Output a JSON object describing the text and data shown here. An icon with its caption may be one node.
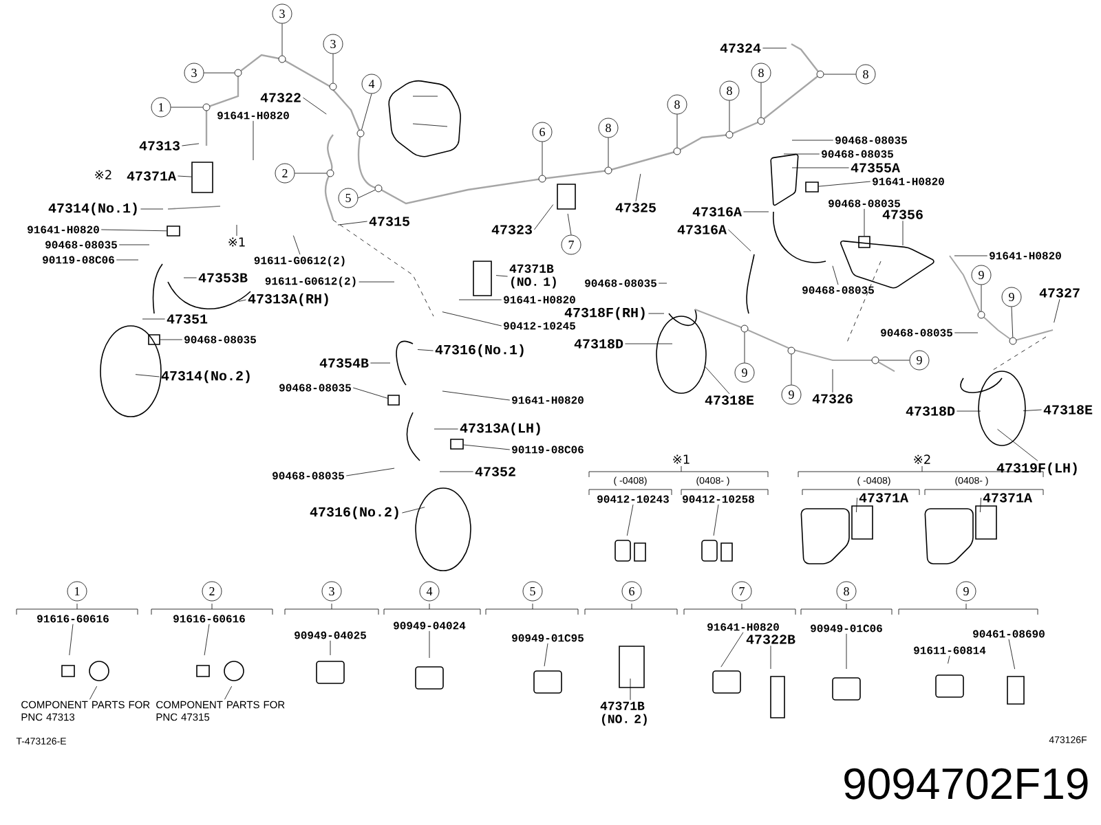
{
  "diagram": {
    "title": "9094702F19",
    "nodes": [
      {
        "text": [
          "3"
        ]
      },
      {
        "text": [
          "3"
        ]
      },
      {
        "text": [
          "47324"
        ]
      },
      {
        "text": [
          "3"
        ]
      },
      {
        "text": [
          "8"
        ]
      },
      {
        "text": [
          "8"
        ]
      },
      {
        "text": [
          "4"
        ]
      },
      {
        "text": [
          "8"
        ]
      },
      {
        "text": [
          "1"
        ]
      },
      {
        "text": [
          "91641-H0820"
        ]
      },
      {
        "text": [
          "47322"
        ]
      },
      {
        "text": [
          "8"
        ]
      },
      {
        "text": [
          "6"
        ]
      },
      {
        "text": [
          "8"
        ]
      },
      {
        "text": [
          "90468-08035"
        ]
      },
      {
        "text": [
          "47313"
        ]
      },
      {
        "text": [
          "90468-08035"
        ]
      },
      {
        "text": [
          "47371A"
        ]
      },
      {
        "text": [
          "2"
        ]
      },
      {
        "text": [
          "47355A"
        ]
      },
      {
        "text": [
          "91641-H0820"
        ]
      },
      {
        "text": [
          "47314(No.1)"
        ]
      },
      {
        "text": [
          "5"
        ]
      },
      {
        "text": [
          "47315"
        ]
      },
      {
        "text": [
          "47325"
        ]
      },
      {
        "text": [
          "47316A"
        ]
      },
      {
        "text": [
          "90468-08035"
        ]
      },
      {
        "text": [
          "47356"
        ]
      },
      {
        "text": [
          "91641-H0820"
        ]
      },
      {
        "text": [
          "47323"
        ]
      },
      {
        "text": [
          "47316A"
        ]
      },
      {
        "text": [
          "90119-08C06"
        ]
      },
      {
        "text": [
          "90468-08035"
        ]
      },
      {
        "text": [
          "※1"
        ]
      },
      {
        "text": [
          "91611-G0612(2)"
        ]
      },
      {
        "text": [
          "7"
        ]
      },
      {
        "text": [
          "91641-H0820"
        ]
      },
      {
        "text": [
          "47353B"
        ]
      },
      {
        "text": [
          "47313A(RH)"
        ]
      },
      {
        "text": [
          "91611-G0612(2)"
        ]
      },
      {
        "text": [
          "47371B (NO. 1)"
        ]
      },
      {
        "text": [
          "91641-H0820"
        ]
      },
      {
        "text": [
          "90468-08035"
        ]
      },
      {
        "text": [
          "90468-08035"
        ]
      },
      {
        "text": [
          "9"
        ]
      },
      {
        "text": [
          "9"
        ]
      },
      {
        "text": [
          "47327"
        ]
      },
      {
        "text": [
          "47351"
        ]
      },
      {
        "text": [
          "90468-08035"
        ]
      },
      {
        "text": [
          "47316(No.1)"
        ]
      },
      {
        "text": [
          "90412-10245"
        ]
      },
      {
        "text": [
          "47318D"
        ]
      },
      {
        "text": [
          "47318F(RH)"
        ]
      },
      {
        "text": [
          "90468-08035"
        ]
      },
      {
        "text": [
          "47314(No.2)"
        ]
      },
      {
        "text": [
          "90468-08035"
        ]
      },
      {
        "text": [
          "47354B"
        ]
      },
      {
        "text": [
          "91641-H0820"
        ]
      },
      {
        "text": [
          "47318E"
        ]
      },
      {
        "text": [
          "9"
        ]
      },
      {
        "text": [
          "9"
        ]
      },
      {
        "text": [
          "47326"
        ]
      },
      {
        "text": [
          "9"
        ]
      },
      {
        "text": [
          "47313A(LH)"
        ]
      },
      {
        "text": [
          "47318D"
        ]
      },
      {
        "text": [
          "47318E"
        ]
      },
      {
        "text": [
          "90468-08035"
        ]
      },
      {
        "text": [
          "47352"
        ]
      },
      {
        "text": [
          "90119-08C06"
        ]
      },
      {
        "text": [
          "47319F(LH)"
        ]
      },
      {
        "text": [
          "47316(No.2)"
        ]
      },
      {
        "text": [
          "90412-10243"
        ]
      },
      {
        "text": [
          "90412-10258"
        ]
      },
      {
        "text": [
          "47371A"
        ]
      },
      {
        "text": [
          "47371A"
        ]
      },
      {
        "text": [
          "1"
        ]
      },
      {
        "text": [
          "2"
        ]
      },
      {
        "text": [
          "3"
        ]
      },
      {
        "text": [
          "4"
        ]
      },
      {
        "text": [
          "5"
        ]
      },
      {
        "text": [
          "6"
        ]
      },
      {
        "text": [
          "7"
        ]
      },
      {
        "text": [
          "8"
        ]
      },
      {
        "text": [
          "9"
        ]
      },
      {
        "text": [
          "91616-60616"
        ]
      },
      {
        "text": [
          "91616-60616"
        ]
      },
      {
        "text": [
          "90949-04025"
        ]
      },
      {
        "text": [
          "90949-04024"
        ]
      },
      {
        "text": [
          "90949-01C95"
        ]
      },
      {
        "text": [
          "91641-H0820"
        ]
      },
      {
        "text": [
          "47322B"
        ]
      },
      {
        "text": [
          "90949-01C06"
        ]
      },
      {
        "text": [
          "91611-60814"
        ]
      },
      {
        "text": [
          "90461-08690"
        ]
      },
      {
        "text": [
          "COMPONENT PARTS FOR PNC 47313"
        ]
      },
      {
        "text": [
          "COMPONENT PARTS FOR PNC 47315"
        ]
      },
      {
        "text": [
          "47371B (NO. 2)"
        ]
      },
      {
        "text": [],
        "shape": "circle"
      },
      {
        "text": [],
        "shape": "circle"
      },
      {
        "text": [],
        "shape": "circle"
      },
      {
        "text": [],
        "shape": "circle"
      },
      {
        "text": [],
        "shape": "circle"
      },
      {
        "text": [],
        "shape": "circle"
      },
      {
        "text": [],
        "shape": "circle"
      },
      {
        "text": [],
        "shape": "circle"
      },
      {
        "text": [],
        "shape": "circle"
      },
      {
        "text": [],
        "shape": "circle"
      },
      {
        "text": [],
        "shape": "circle"
      },
      {
        "text": [],
        "shape": "circle"
      },
      {
        "text": [],
        "shape": "circle"
      },
      {
        "text": [],
        "shape": "circle"
      },
      {
        "text": [],
        "shape": "circle"
      },
      {
        "text": [],
        "shape": "circle"
      },
      {
        "text": [],
        "shape": "circle"
      },
      {
        "text": [],
        "shape": "circle"
      },
      {
        "text": [],
        "shape": "box"
      },
      {
        "text": [],
        "shape": "box"
      },
      {
        "text": [],
        "shape": "box"
      },
      {
        "text": [],
        "shape": "box"
      },
      {
        "text": [],
        "shape": "box"
      },
      {
        "text": [],
        "shape": "box"
      },
      {
        "text": [],
        "shape": "box"
      }
    ],
    "edges": [
      {
        "from": 0,
        "to": 99,
        "arrow": "none"
      },
      {
        "from": 1,
        "to": 101,
        "arrow": "none"
      },
      {
        "from": 2,
        "to": null,
        "arrow": "none"
      },
      {
        "from": 3,
        "to": 98,
        "arrow": "none"
      },
      {
        "from": 4,
        "to": 109,
        "arrow": "none"
      },
      {
        "from": 5,
        "to": 111,
        "arrow": "none"
      },
      {
        "from": 6,
        "to": 102,
        "arrow": "none"
      },
      {
        "from": 7,
        "to": 107,
        "arrow": "none"
      },
      {
        "from": 8,
        "to": 97,
        "arrow": "none"
      },
      {
        "from": 9,
        "to": null,
        "arrow": "none"
      },
      {
        "from": 10,
        "to": null,
        "arrow": "none"
      },
      {
        "from": 11,
        "to": 106,
        "arrow": "none"
      },
      {
        "from": 12,
        "to": 104,
        "arrow": "none"
      },
      {
        "from": 13,
        "to": 105,
        "arrow": "none"
      },
      {
        "from": 14,
        "to": null,
        "arrow": "none"
      },
      {
        "from": 15,
        "to": null,
        "arrow": "none"
      },
      {
        "from": 16,
        "to": null,
        "arrow": "none"
      },
      {
        "from": 17,
        "to": 117,
        "arrow": "none"
      },
      {
        "from": 18,
        "to": 100,
        "arrow": "none"
      },
      {
        "from": 19,
        "to": null,
        "arrow": "none"
      },
      {
        "from": 20,
        "to": 120,
        "arrow": "none"
      },
      {
        "from": 21,
        "to": null,
        "arrow": "none"
      },
      {
        "from": 22,
        "to": 103,
        "arrow": "none"
      },
      {
        "from": 23,
        "to": null,
        "arrow": "none"
      },
      {
        "from": 24,
        "to": null,
        "arrow": "none"
      },
      {
        "from": 25,
        "to": null,
        "arrow": "none"
      },
      {
        "from": 26,
        "to": 121,
        "arrow": "none"
      },
      {
        "from": 27,
        "to": null,
        "arrow": "none"
      },
      {
        "from": 28,
        "to": 116,
        "arrow": "none"
      },
      {
        "from": 29,
        "to": null,
        "arrow": "none"
      },
      {
        "from": 30,
        "to": null,
        "arrow": "none"
      },
      {
        "from": 31,
        "to": null,
        "arrow": "none"
      },
      {
        "from": 32,
        "to": null,
        "arrow": "none"
      },
      {
        "from": 33,
        "to": null,
        "arrow": "none"
      },
      {
        "from": 34,
        "to": null,
        "arrow": "none"
      },
      {
        "from": 35,
        "to": null,
        "arrow": "none"
      },
      {
        "from": 36,
        "to": null,
        "arrow": "none"
      },
      {
        "from": 37,
        "to": null,
        "arrow": "none"
      },
      {
        "from": 38,
        "to": null,
        "arrow": "none"
      },
      {
        "from": 39,
        "to": null,
        "arrow": "none"
      },
      {
        "from": 40,
        "to": null,
        "arrow": "none"
      },
      {
        "from": 41,
        "to": null,
        "arrow": "none"
      },
      {
        "from": 42,
        "to": null,
        "arrow": "none"
      },
      {
        "from": 43,
        "to": null,
        "arrow": "none"
      },
      {
        "from": 44,
        "to": 113,
        "arrow": "none"
      },
      {
        "from": 45,
        "to": 114,
        "arrow": "none"
      },
      {
        "from": 46,
        "to": null,
        "arrow": "none"
      },
      {
        "from": 47,
        "to": null,
        "arrow": "none"
      },
      {
        "from": 48,
        "to": 115,
        "arrow": "none"
      },
      {
        "from": 49,
        "to": null,
        "arrow": "none"
      },
      {
        "from": 50,
        "to": null,
        "arrow": "none"
      },
      {
        "from": 51,
        "to": null,
        "arrow": "none"
      },
      {
        "from": 52,
        "to": null,
        "arrow": "none"
      },
      {
        "from": 53,
        "to": null,
        "arrow": "none"
      },
      {
        "from": 54,
        "to": null,
        "arrow": "none"
      },
      {
        "from": 55,
        "to": 118,
        "arrow": "none"
      },
      {
        "from": 56,
        "to": null,
        "arrow": "none"
      },
      {
        "from": 57,
        "to": null,
        "arrow": "none"
      },
      {
        "from": 58,
        "to": null,
        "arrow": "none"
      },
      {
        "from": 59,
        "to": 108,
        "arrow": "none"
      },
      {
        "from": 60,
        "to": 110,
        "arrow": "none"
      },
      {
        "from": 61,
        "to": null,
        "arrow": "none"
      },
      {
        "from": 62,
        "to": 112,
        "arrow": "none"
      },
      {
        "from": 63,
        "to": null,
        "arrow": "none"
      },
      {
        "from": 64,
        "to": null,
        "arrow": "none"
      },
      {
        "from": 65,
        "to": null,
        "arrow": "none"
      },
      {
        "from": 66,
        "to": null,
        "arrow": "none"
      },
      {
        "from": 67,
        "to": null,
        "arrow": "none"
      },
      {
        "from": 68,
        "to": 119,
        "arrow": "none"
      },
      {
        "from": 69,
        "to": null,
        "arrow": "none"
      },
      {
        "from": 70,
        "to": null,
        "arrow": "none"
      },
      {
        "from": 71,
        "to": null,
        "arrow": "none"
      },
      {
        "from": 72,
        "to": null,
        "arrow": "none"
      },
      {
        "from": 73,
        "to": null,
        "arrow": "none"
      },
      {
        "from": 74,
        "to": null,
        "arrow": "none"
      },
      {
        "from": 84,
        "to": null,
        "arrow": "none"
      },
      {
        "from": 85,
        "to": null,
        "arrow": "none"
      },
      {
        "from": 86,
        "to": null,
        "arrow": "none"
      },
      {
        "from": 87,
        "to": null,
        "arrow": "none"
      },
      {
        "from": 88,
        "to": null,
        "arrow": "none"
      },
      {
        "from": 89,
        "to": null,
        "arrow": "none"
      },
      {
        "from": 90,
        "to": null,
        "arrow": "none"
      },
      {
        "from": 91,
        "to": null,
        "arrow": "none"
      },
      {
        "from": 92,
        "to": null,
        "arrow": "none"
      },
      {
        "from": 93,
        "to": null,
        "arrow": "none"
      },
      {
        "from": 94,
        "to": null,
        "arrow": "none"
      },
      {
        "from": 95,
        "to": null,
        "arrow": "none"
      },
      {
        "from": 96,
        "to": null,
        "arrow": "none"
      }
    ],
    "labels": [
      "※2",
      "※1",
      "※2",
      "( -0408)",
      "(0408- )",
      "( -0408)",
      "(0408- )",
      "T-473126-E",
      "473126F"
    ]
  }
}
